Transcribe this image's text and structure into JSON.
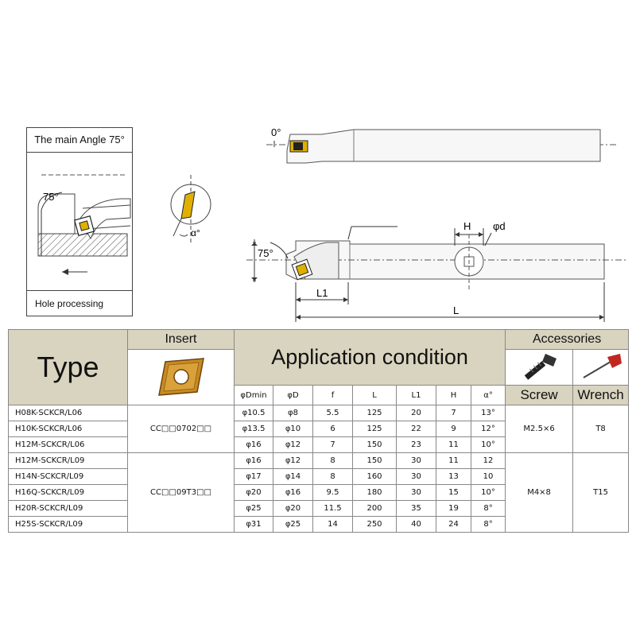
{
  "diagram": {
    "box_title": "The main Angle 75°",
    "box_footer": "Hole processing",
    "labels": {
      "zero_angle": "0°",
      "angle75_box": "75°",
      "angle75_side": "75°",
      "alpha": "α°",
      "H": "H",
      "phi_d": "φd",
      "L1": "L1",
      "L": "L"
    }
  },
  "table": {
    "type_label": "Type",
    "insert_label": "Insert",
    "application_label": "Application condition",
    "accessories_label": "Accessories",
    "screw_label": "Screw",
    "wrench_label": "Wrench",
    "columns": [
      "φDmin",
      "φD",
      "f",
      "L",
      "L1",
      "H",
      "α°"
    ],
    "groups": [
      {
        "insert": "CC□□0702□□",
        "screw": "M2.5×6",
        "wrench": "T8",
        "rows": [
          {
            "model": "H08K-SCKCR/L06",
            "dmin": "φ10.5",
            "d": "φ8",
            "f": "5.5",
            "L": "125",
            "L1": "20",
            "H": "7",
            "alpha": "13°"
          },
          {
            "model": "H10K-SCKCR/L06",
            "dmin": "φ13.5",
            "d": "φ10",
            "f": "6",
            "L": "125",
            "L1": "22",
            "H": "9",
            "alpha": "12°"
          },
          {
            "model": "H12M-SCKCR/L06",
            "dmin": "φ16",
            "d": "φ12",
            "f": "7",
            "L": "150",
            "L1": "23",
            "H": "11",
            "alpha": "10°"
          }
        ]
      },
      {
        "insert": "CC□□09T3□□",
        "screw": "M4×8",
        "wrench": "T15",
        "rows": [
          {
            "model": "H12M-SCKCR/L09",
            "dmin": "φ16",
            "d": "φ12",
            "f": "8",
            "L": "150",
            "L1": "30",
            "H": "11",
            "alpha": "12"
          },
          {
            "model": "H14N-SCKCR/L09",
            "dmin": "φ17",
            "d": "φ14",
            "f": "8",
            "L": "160",
            "L1": "30",
            "H": "13",
            "alpha": "10"
          },
          {
            "model": "H16Q-SCKCR/L09",
            "dmin": "φ20",
            "d": "φ16",
            "f": "9.5",
            "L": "180",
            "L1": "30",
            "H": "15",
            "alpha": "10°"
          },
          {
            "model": "H20R-SCKCR/L09",
            "dmin": "φ25",
            "d": "φ20",
            "f": "11.5",
            "L": "200",
            "L1": "35",
            "H": "19",
            "alpha": "8°"
          },
          {
            "model": "H25S-SCKCR/L09",
            "dmin": "φ31",
            "d": "φ25",
            "f": "14",
            "L": "250",
            "L1": "40",
            "H": "24",
            "alpha": "8°"
          }
        ]
      }
    ],
    "colors": {
      "header_bg": "#d8d4bf",
      "insert_gold": "#c98a1f",
      "wrench_red": "#c0281f"
    }
  }
}
